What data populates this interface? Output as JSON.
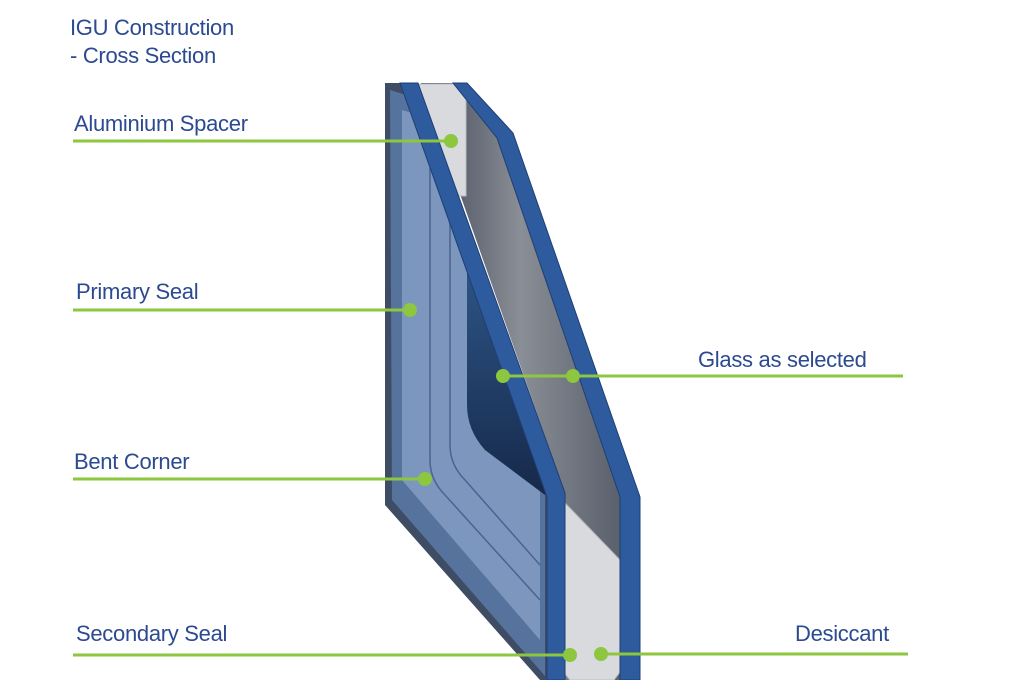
{
  "title": {
    "line1": "IGU Construction",
    "line2": "- Cross Section"
  },
  "labels": {
    "aluminium_spacer": "Aluminium Spacer",
    "primary_seal": "Primary Seal",
    "bent_corner": "Bent Corner",
    "secondary_seal": "Secondary Seal",
    "glass_as_selected": "Glass as selected",
    "desiccant": "Desiccant"
  },
  "colors": {
    "text": "#2b4a8f",
    "callout": "#8dc63f",
    "glass": "#2d5b9e"
  }
}
